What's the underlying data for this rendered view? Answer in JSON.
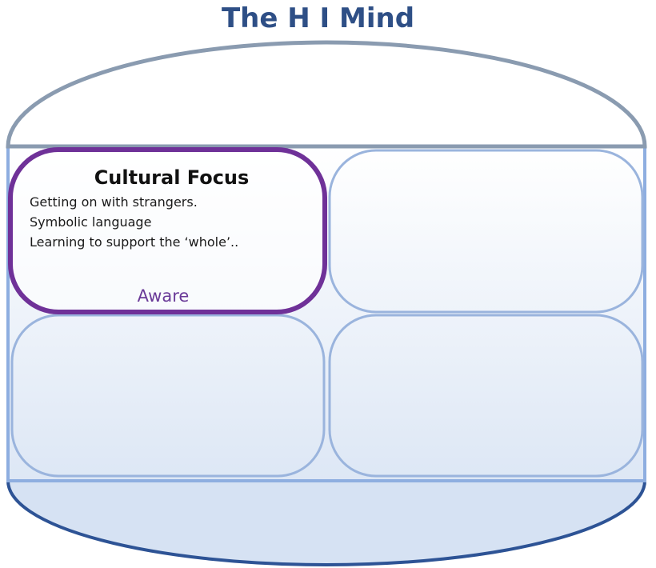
{
  "title": "The H I Mind",
  "colors": {
    "title": "#2e4f86",
    "dome_stroke": "#8a9bb0",
    "quadrant_stroke": "#9ab4dd",
    "highlight_stroke": "#6f3198",
    "base_stroke": "#2d5395",
    "caption": "#6a3a98"
  },
  "quadrants": [
    {
      "heading": "Cultural Focus",
      "lines": [
        "Getting on with strangers.",
        "Symbolic language",
        "Learning to support the ‘whole’.."
      ],
      "caption": "Aware",
      "highlighted": true
    },
    {
      "heading": "",
      "lines": [],
      "caption": "",
      "highlighted": false
    },
    {
      "heading": "",
      "lines": [],
      "caption": "",
      "highlighted": false
    },
    {
      "heading": "",
      "lines": [],
      "caption": "",
      "highlighted": false
    }
  ]
}
